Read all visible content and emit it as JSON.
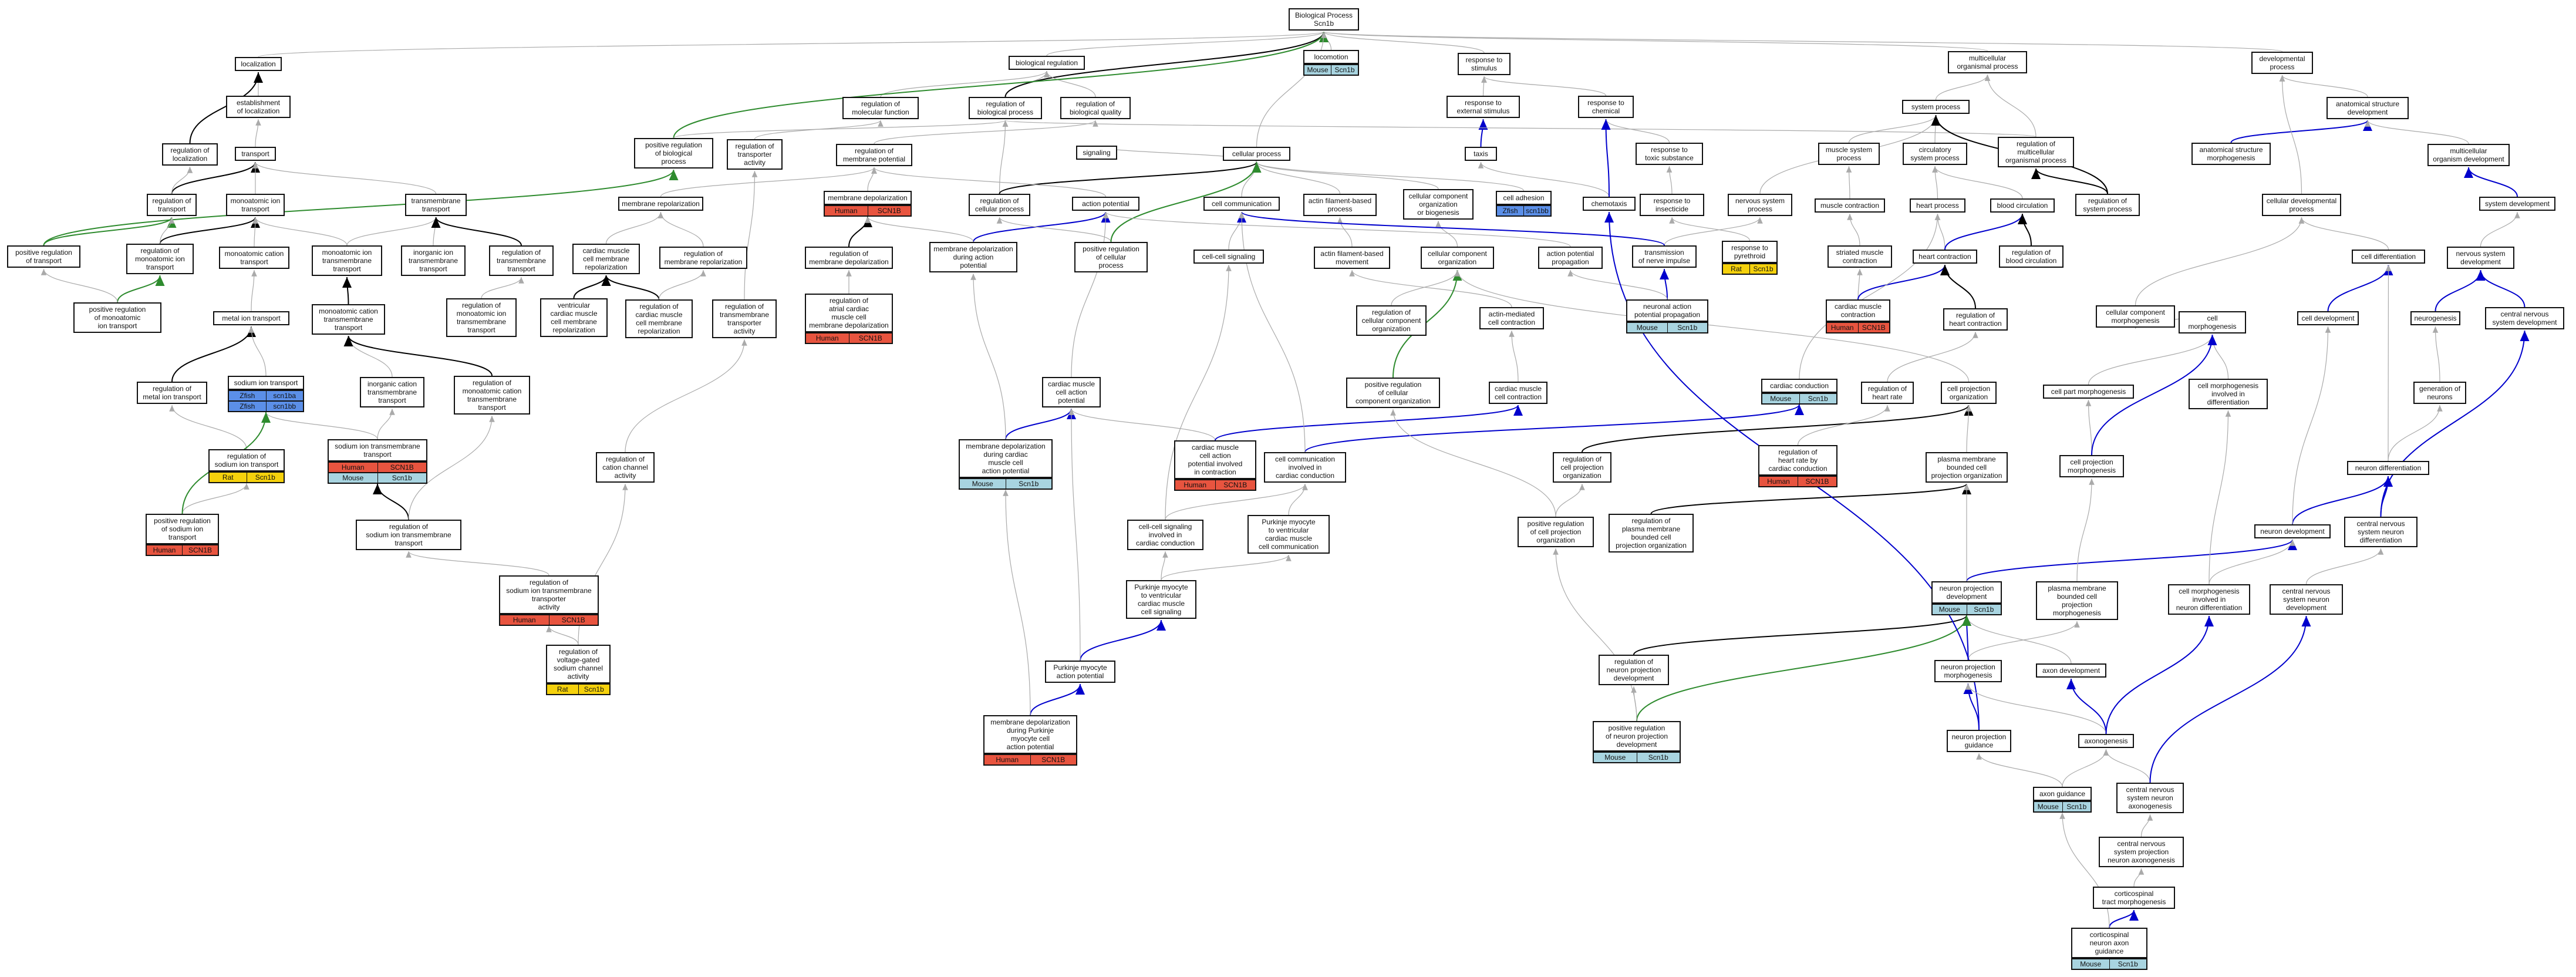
{
  "colors": {
    "node_border": "#111111",
    "edge_gray": "#aaaaaa",
    "edge_black": "#000000",
    "edge_blue": "#0000cc",
    "edge_green": "#2e8b2e",
    "human": "#e8543f",
    "mouse": "#a8d4e0",
    "rat": "#f5d10c",
    "zfish": "#5b8fe8"
  },
  "nodes": [
    {
      "id": "bp",
      "label": "Biological Process\nScn1b"
    },
    {
      "id": "localization",
      "label": "localization"
    },
    {
      "id": "est_loc",
      "label": "establishment\nof localization"
    },
    {
      "id": "reg_loc",
      "label": "regulation of\nlocalization"
    },
    {
      "id": "transport",
      "label": "transport"
    },
    {
      "id": "biol_reg",
      "label": "biological regulation"
    },
    {
      "id": "locomotion",
      "label": "locomotion",
      "ann": [
        {
          "sp": "Mouse",
          "g": "Scn1b"
        }
      ]
    },
    {
      "id": "resp_stim",
      "label": "response to\nstimulus"
    },
    {
      "id": "multi_org",
      "label": "multicellular\norganismal process"
    },
    {
      "id": "dev_proc",
      "label": "developmental\nprocess"
    },
    {
      "id": "reg_mol",
      "label": "regulation of\nmolecular function"
    },
    {
      "id": "reg_bp",
      "label": "regulation of\nbiological process"
    },
    {
      "id": "reg_bq",
      "label": "regulation of\nbiological quality"
    },
    {
      "id": "resp_ext",
      "label": "response to\nexternal stimulus"
    },
    {
      "id": "resp_chem",
      "label": "response to\nchemical"
    },
    {
      "id": "system_proc",
      "label": "system process"
    },
    {
      "id": "anat_dev",
      "label": "anatomical structure\ndevelopment"
    },
    {
      "id": "pos_reg_bp",
      "label": "positive regulation\nof biological\nprocess"
    },
    {
      "id": "reg_trans_act",
      "label": "regulation of\ntransporter\nactivity"
    },
    {
      "id": "reg_mem_pot",
      "label": "regulation of\nmembrane potential"
    },
    {
      "id": "signaling",
      "label": "signaling"
    },
    {
      "id": "cell_proc",
      "label": "cellular process"
    },
    {
      "id": "taxis",
      "label": "taxis"
    },
    {
      "id": "resp_toxic",
      "label": "response to\ntoxic substance"
    },
    {
      "id": "musc_sys",
      "label": "muscle system\nprocess"
    },
    {
      "id": "circ_sys",
      "label": "circulatory\nsystem process"
    },
    {
      "id": "reg_multi",
      "label": "regulation of\nmulticellular\norganismal process"
    },
    {
      "id": "anat_morph",
      "label": "anatomical structure\nmorphogenesis"
    },
    {
      "id": "multi_dev",
      "label": "multicellular\norganism development"
    },
    {
      "id": "reg_transport",
      "label": "regulation of\ntransport"
    },
    {
      "id": "mono_ion_trans",
      "label": "monoatomic ion\ntransport"
    },
    {
      "id": "tm_transport",
      "label": "transmembrane\ntransport"
    },
    {
      "id": "mem_repol",
      "label": "membrane repolarization"
    },
    {
      "id": "mem_depol",
      "label": "membrane depolarization",
      "ann": [
        {
          "sp": "Human",
          "g": "SCN1B"
        }
      ]
    },
    {
      "id": "reg_cell_proc",
      "label": "regulation of\ncellular process"
    },
    {
      "id": "action_pot",
      "label": "action potential"
    },
    {
      "id": "cell_comm",
      "label": "cell communication"
    },
    {
      "id": "actin_proc",
      "label": "actin filament-based\nprocess"
    },
    {
      "id": "ccob",
      "label": "cellular component\norganization\nor biogenesis"
    },
    {
      "id": "cell_adh",
      "label": "cell adhesion",
      "ann": [
        {
          "sp": "Zfish",
          "g": "scn1bb"
        }
      ]
    },
    {
      "id": "chemotaxis",
      "label": "chemotaxis"
    },
    {
      "id": "resp_insect",
      "label": "response to\ninsecticide"
    },
    {
      "id": "nerv_sys_proc",
      "label": "nervous system\nprocess"
    },
    {
      "id": "musc_contr",
      "label": "muscle contraction"
    },
    {
      "id": "heart_proc",
      "label": "heart process"
    },
    {
      "id": "blood_circ",
      "label": "blood circulation"
    },
    {
      "id": "reg_sys_proc",
      "label": "regulation of\nsystem process"
    },
    {
      "id": "cell_dev_proc",
      "label": "cellular developmental\nprocess"
    },
    {
      "id": "sys_dev",
      "label": "system development"
    },
    {
      "id": "pos_reg_trans",
      "label": "positive regulation\nof transport"
    },
    {
      "id": "reg_mono_ion",
      "label": "regulation of\nmonoatomic ion\ntransport"
    },
    {
      "id": "mono_cat_trans",
      "label": "monoatomic cation\ntransport"
    },
    {
      "id": "mono_ion_tm",
      "label": "monoatomic ion\ntransmembrane\ntransport"
    },
    {
      "id": "inorg_ion_tm",
      "label": "inorganic ion\ntransmembrane\ntransport"
    },
    {
      "id": "reg_tm_trans",
      "label": "regulation of\ntransmembrane\ntransport"
    },
    {
      "id": "cm_repol",
      "label": "cardiac muscle\ncell membrane\nrepolarization"
    },
    {
      "id": "reg_mem_repol",
      "label": "regulation of\nmembrane repolarization"
    },
    {
      "id": "reg_mem_depol",
      "label": "regulation of\nmembrane depolarization"
    },
    {
      "id": "mem_depol_ap",
      "label": "membrane depolarization\nduring action\npotential"
    },
    {
      "id": "pos_reg_cell_proc",
      "label": "positive regulation\nof cellular\nprocess"
    },
    {
      "id": "cell_cell_sig",
      "label": "cell-cell signaling"
    },
    {
      "id": "actin_mvmt",
      "label": "actin filament-based\nmovement"
    },
    {
      "id": "cco",
      "label": "cellular component\norganization"
    },
    {
      "id": "ap_prop",
      "label": "action potential\npropagation"
    },
    {
      "id": "trans_nerve",
      "label": "transmission\nof nerve impulse"
    },
    {
      "id": "resp_pyreth",
      "label": "response to\npyrethroid",
      "ann": [
        {
          "sp": "Rat",
          "g": "Scn1b"
        }
      ]
    },
    {
      "id": "striated",
      "label": "striated muscle\ncontraction"
    },
    {
      "id": "heart_contr",
      "label": "heart contraction"
    },
    {
      "id": "reg_blood",
      "label": "regulation of\nblood circulation"
    },
    {
      "id": "cell_diff",
      "label": "cell differentiation"
    },
    {
      "id": "nerv_dev",
      "label": "nervous system\ndevelopment"
    },
    {
      "id": "pos_reg_mono",
      "label": "positive regulation\nof monoatomic\nion transport"
    },
    {
      "id": "metal_ion",
      "label": "metal ion transport"
    },
    {
      "id": "mono_cat_tm",
      "label": "monoatomic cation\ntransmembrane\ntransport"
    },
    {
      "id": "reg_mono_ion_tm",
      "label": "regulation of\nmonoatomic ion\ntransmembrane\ntransport"
    },
    {
      "id": "vent_cm_repol",
      "label": "ventricular\ncardiac muscle\ncell membrane\nrepolarization"
    },
    {
      "id": "reg_cm_repol",
      "label": "regulation of\ncardiac muscle\ncell membrane\nrepolarization"
    },
    {
      "id": "reg_tm_act",
      "label": "regulation of\ntransmembrane\ntransporter\nactivity"
    },
    {
      "id": "reg_atrial",
      "label": "regulation of\natrial cardiac\nmuscle cell\nmembrane depolarization",
      "ann": [
        {
          "sp": "Human",
          "g": "SCN1B"
        }
      ]
    },
    {
      "id": "reg_cco",
      "label": "regulation of\ncellular component\norganization"
    },
    {
      "id": "actin_contr",
      "label": "actin-mediated\ncell contraction"
    },
    {
      "id": "neuronal_ap",
      "label": "neuronal action\npotential propagation",
      "ann": [
        {
          "sp": "Mouse",
          "g": "Scn1b"
        }
      ]
    },
    {
      "id": "cm_contr",
      "label": "cardiac muscle\ncontraction",
      "ann": [
        {
          "sp": "Human",
          "g": "SCN1B"
        }
      ]
    },
    {
      "id": "reg_heart_contr",
      "label": "regulation of\nheart contraction"
    },
    {
      "id": "cc_morph",
      "label": "cellular component\nmorphogenesis"
    },
    {
      "id": "cell_morph",
      "label": "cell morphogenesis"
    },
    {
      "id": "cell_dev",
      "label": "cell development"
    },
    {
      "id": "neurogenesis",
      "label": "neurogenesis"
    },
    {
      "id": "cns_dev",
      "label": "central nervous\nsystem development"
    },
    {
      "id": "reg_metal_ion",
      "label": "regulation of\nmetal ion transport"
    },
    {
      "id": "sodium_ion",
      "label": "sodium ion transport",
      "ann": [
        {
          "sp": "Zfish",
          "g": "scn1ba"
        },
        {
          "sp": "Zfish",
          "g": "scn1bb"
        }
      ]
    },
    {
      "id": "inorg_cat_tm",
      "label": "inorganic cation\ntransmembrane\ntransport"
    },
    {
      "id": "reg_mono_cat_tm",
      "label": "regulation of\nmonoatomic cation\ntransmembrane\ntransport"
    },
    {
      "id": "cm_ap",
      "label": "cardiac muscle\ncell action\npotential"
    },
    {
      "id": "pos_reg_cco",
      "label": "positive regulation\nof cellular\ncomponent organization"
    },
    {
      "id": "cm_cell_contr",
      "label": "cardiac muscle\ncell contraction"
    },
    {
      "id": "cardiac_cond",
      "label": "cardiac conduction",
      "ann": [
        {
          "sp": "Mouse",
          "g": "Scn1b"
        }
      ]
    },
    {
      "id": "reg_heart_rate",
      "label": "regulation of\nheart rate"
    },
    {
      "id": "cell_proj_org",
      "label": "cell projection\norganization"
    },
    {
      "id": "cell_part_morph",
      "label": "cell part morphogenesis"
    },
    {
      "id": "cell_morph_diff",
      "label": "cell morphogenesis\ninvolved in\ndifferentiation"
    },
    {
      "id": "gen_neurons",
      "label": "generation of\nneurons"
    },
    {
      "id": "reg_sodium",
      "label": "regulation of\nsodium ion transport",
      "ann": [
        {
          "sp": "Rat",
          "g": "Scn1b"
        }
      ]
    },
    {
      "id": "sodium_tm",
      "label": "sodium ion transmembrane\ntransport",
      "ann": [
        {
          "sp": "Human",
          "g": "SCN1B"
        },
        {
          "sp": "Mouse",
          "g": "Scn1b"
        }
      ]
    },
    {
      "id": "reg_cat_chan",
      "label": "regulation of\ncation channel\nactivity"
    },
    {
      "id": "mem_depol_cm",
      "label": "membrane depolarization\nduring cardiac\nmuscle cell\naction potential",
      "ann": [
        {
          "sp": "Mouse",
          "g": "Scn1b"
        }
      ]
    },
    {
      "id": "cm_ap_contr",
      "label": "cardiac muscle\ncell action\npotential involved\nin contraction",
      "ann": [
        {
          "sp": "Human",
          "g": "SCN1B"
        }
      ]
    },
    {
      "id": "cell_comm_cond",
      "label": "cell communication\ninvolved in\ncardiac conduction"
    },
    {
      "id": "reg_cell_proj",
      "label": "regulation of\ncell projection\norganization"
    },
    {
      "id": "reg_hr_cond",
      "label": "regulation of\nheart rate by\ncardiac conduction",
      "ann": [
        {
          "sp": "Human",
          "g": "SCN1B"
        }
      ]
    },
    {
      "id": "pm_bounded",
      "label": "plasma membrane\nbounded cell\nprojection organization"
    },
    {
      "id": "cell_proj_morph",
      "label": "cell projection\nmorphogenesis"
    },
    {
      "id": "neuron_diff",
      "label": "neuron differentiation"
    },
    {
      "id": "pos_reg_sodium",
      "label": "positive regulation\nof sodium ion\ntransport",
      "ann": [
        {
          "sp": "Human",
          "g": "SCN1B"
        }
      ]
    },
    {
      "id": "reg_sodium_tm",
      "label": "regulation of\nsodium ion transmembrane\ntransport"
    },
    {
      "id": "cc_sig_cond",
      "label": "cell-cell signaling\ninvolved in\ncardiac conduction"
    },
    {
      "id": "purk_vent",
      "label": "Purkinje myocyte\nto ventricular\ncardiac muscle\ncell communication"
    },
    {
      "id": "pos_reg_cpo",
      "label": "positive regulation\nof cell projection\norganization"
    },
    {
      "id": "reg_pm_bounded",
      "label": "regulation of\nplasma membrane\nbounded cell\nprojection organization"
    },
    {
      "id": "neuron_dev",
      "label": "neuron development"
    },
    {
      "id": "cns_neuron_diff",
      "label": "central nervous\nsystem neuron\ndifferentiation"
    },
    {
      "id": "reg_sodium_tm_act",
      "label": "regulation of\nsodium ion transmembrane\ntransporter\nactivity",
      "ann": [
        {
          "sp": "Human",
          "g": "SCN1B"
        }
      ]
    },
    {
      "id": "purk_vent_sig",
      "label": "Purkinje myocyte\nto ventricular\ncardiac muscle\ncell signaling"
    },
    {
      "id": "neuron_proj_dev",
      "label": "neuron projection\ndevelopment",
      "ann": [
        {
          "sp": "Mouse",
          "g": "Scn1b"
        }
      ]
    },
    {
      "id": "pm_proj_morph",
      "label": "plasma membrane\nbounded cell\nprojection morphogenesis"
    },
    {
      "id": "cell_morph_neuron",
      "label": "cell morphogenesis\ninvolved in\nneuron differentiation"
    },
    {
      "id": "cns_neuron_dev",
      "label": "central nervous\nsystem neuron\ndevelopment"
    },
    {
      "id": "reg_vg_sodium",
      "label": "regulation of\nvoltage-gated\nsodium channel\nactivity",
      "ann": [
        {
          "sp": "Rat",
          "g": "Scn1b"
        }
      ]
    },
    {
      "id": "purk_ap",
      "label": "Purkinje myocyte\naction potential"
    },
    {
      "id": "reg_npd",
      "label": "regulation of\nneuron projection\ndevelopment"
    },
    {
      "id": "neuron_proj_morph",
      "label": "neuron projection\nmorphogenesis"
    },
    {
      "id": "axon_dev",
      "label": "axon development"
    },
    {
      "id": "mem_depol_purk",
      "label": "membrane depolarization\nduring Purkinje\nmyocyte cell\naction potential",
      "ann": [
        {
          "sp": "Human",
          "g": "SCN1B"
        }
      ]
    },
    {
      "id": "pos_reg_npd",
      "label": "positive regulation\nof neuron projection\ndevelopment",
      "ann": [
        {
          "sp": "Mouse",
          "g": "Scn1b"
        }
      ]
    },
    {
      "id": "neuron_proj_guid",
      "label": "neuron projection\nguidance"
    },
    {
      "id": "axonogenesis",
      "label": "axonogenesis"
    },
    {
      "id": "axon_guid",
      "label": "axon guidance",
      "ann": [
        {
          "sp": "Mouse",
          "g": "Scn1b"
        }
      ]
    },
    {
      "id": "cns_axonogenesis",
      "label": "central nervous\nsystem neuron\naxonogenesis"
    },
    {
      "id": "cns_proj_axon",
      "label": "central nervous\nsystem projection\nneuron axonogenesis"
    },
    {
      "id": "corticospinal_morph",
      "label": "corticospinal\ntract morphogenesis"
    },
    {
      "id": "corticospinal_guid",
      "label": "corticospinal\nneuron axon\nguidance",
      "ann": [
        {
          "sp": "Mouse",
          "g": "Scn1b"
        }
      ]
    }
  ]
}
